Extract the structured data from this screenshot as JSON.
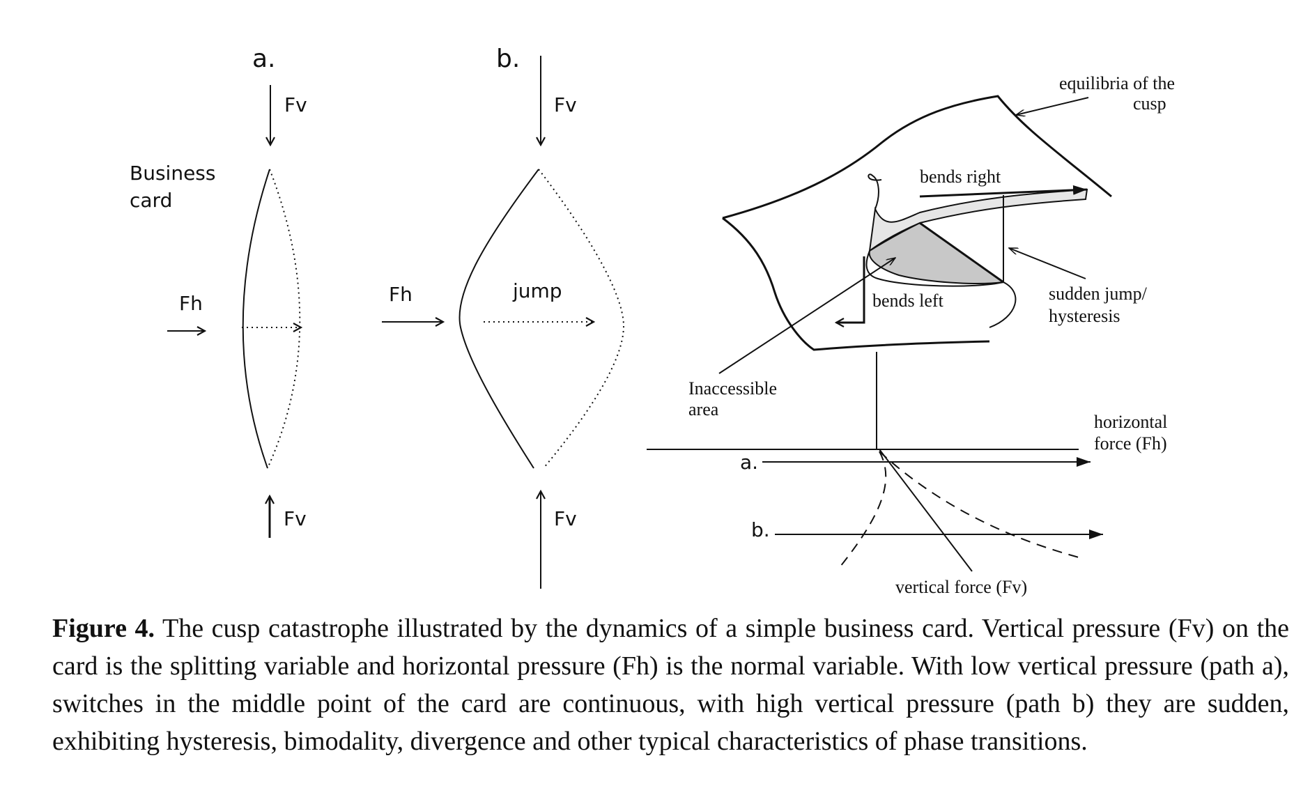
{
  "panel_a": {
    "label": "a.",
    "fv_top": "Fv",
    "fv_bottom": "Fv",
    "fh": "Fh",
    "card_label_line1": "Business",
    "card_label_line2": "card"
  },
  "panel_b": {
    "label": "b.",
    "fv_top": "Fv",
    "fv_bottom": "Fv",
    "fh": "Fh",
    "jump": "jump"
  },
  "cusp": {
    "equilibria_line1": "equilibria of the",
    "equilibria_line2": "cusp",
    "bends_right": "bends right",
    "bends_left": "bends left",
    "sudden_jump_line1": "sudden jump/",
    "sudden_jump_line2": "hysteresis",
    "inaccessible_line1": "Inaccessible",
    "inaccessible_line2": "area",
    "horizontal_line1": "horizontal",
    "horizontal_line2": "force (Fh)",
    "path_a": "a.",
    "path_b": "b.",
    "vertical_force": "vertical force (Fv)"
  },
  "caption": {
    "label": "Figure 4.",
    "text": "The cusp catastrophe illustrated by the dynamics of a simple business card. Vertical pressure (Fv) on the card is the splitting variable and horizontal pressure (Fh) is the normal variable. With low vertical pressure (path a), switches in the middle point of the card are continuous, with high vertical pressure (path b) they are sudden, exhibiting hysteresis, bimodality, divergence and other typical characteristics of phase transitions."
  },
  "colors": {
    "ink": "#111111",
    "inaccessible_fill": "#c8c8c8",
    "fold_fill": "#e6e6e6"
  }
}
